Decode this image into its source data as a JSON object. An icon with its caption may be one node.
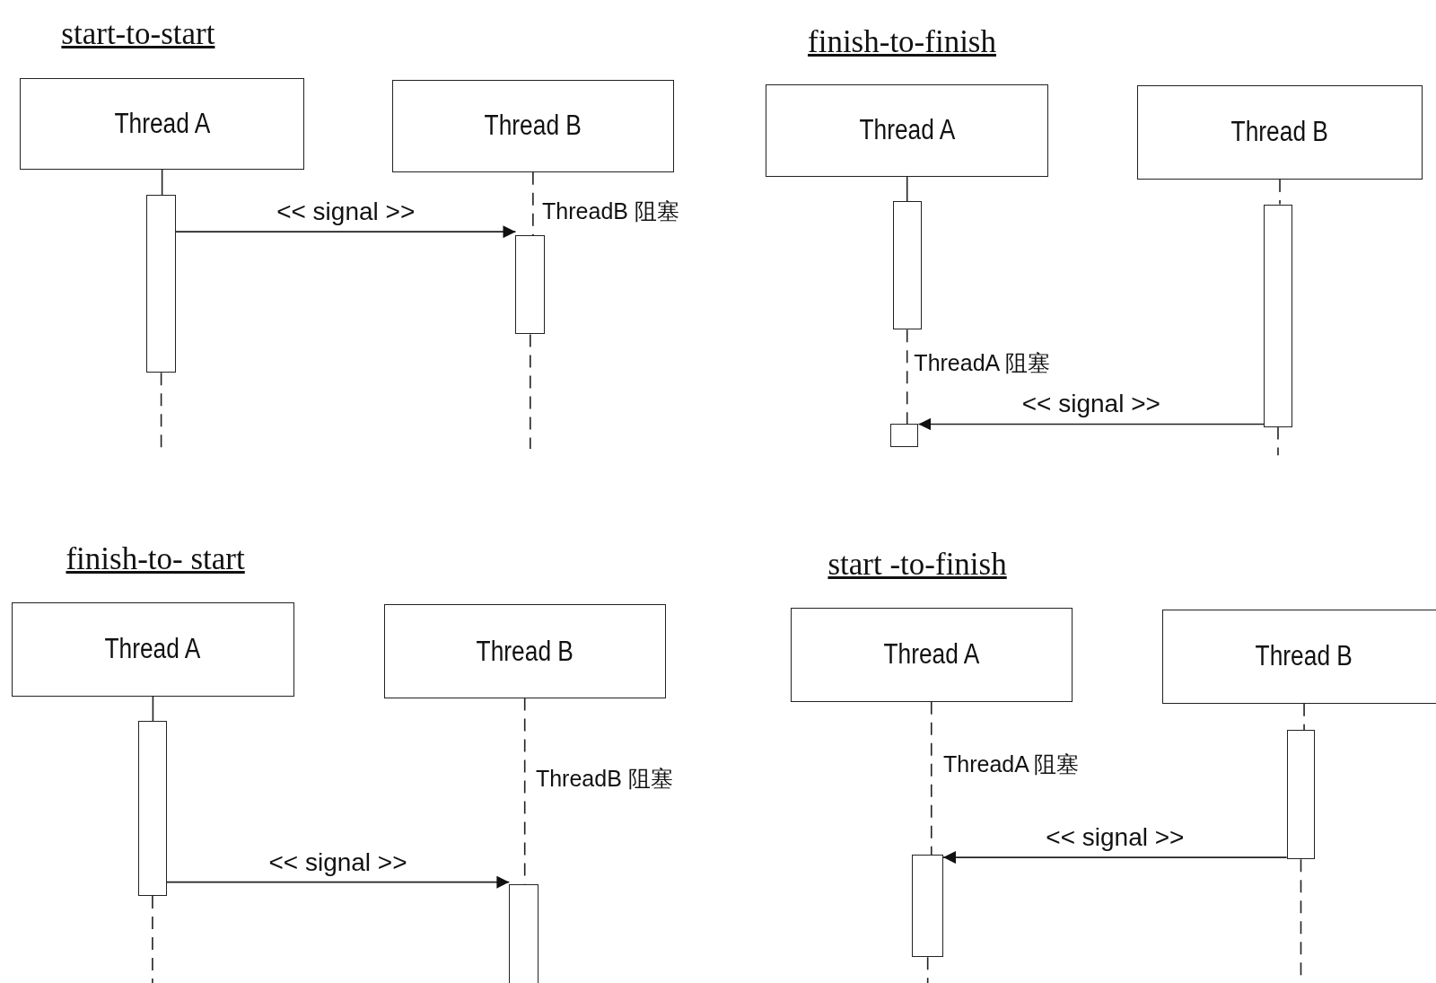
{
  "diagram": {
    "nodes": [
      {
        "text": [
          "Thread A"
        ]
      },
      {
        "text": [
          "Thread B"
        ]
      },
      {
        "text": [],
        "shape": "bar"
      },
      {
        "text": [],
        "shape": "bar"
      },
      {
        "text": [
          "Thread A"
        ]
      },
      {
        "text": [
          "Thread B"
        ]
      },
      {
        "text": [],
        "shape": "bar"
      },
      {
        "text": [],
        "shape": "bar"
      },
      {
        "text": [],
        "shape": "bar"
      },
      {
        "text": [
          "Thread A"
        ]
      },
      {
        "text": [
          "Thread B"
        ]
      },
      {
        "text": [],
        "shape": "bar"
      },
      {
        "text": [],
        "shape": "bar"
      },
      {
        "text": [
          "Thread A"
        ]
      },
      {
        "text": [
          "Thread B"
        ]
      },
      {
        "text": [],
        "shape": "bar"
      },
      {
        "text": [],
        "shape": "bar"
      }
    ],
    "edges": [
      {
        "from": 0,
        "to": 2,
        "arrow": "none"
      },
      {
        "from": 2,
        "to": null,
        "arrow": "none",
        "style": "dashed"
      },
      {
        "from": 1,
        "to": 3,
        "arrow": "none",
        "style": "dashed"
      },
      {
        "from": 3,
        "to": null,
        "arrow": "none",
        "style": "dashed"
      },
      {
        "from": 2,
        "to": 3,
        "arrow": "to",
        "label": "<< signal >>"
      },
      {
        "from": 4,
        "to": 6,
        "arrow": "none"
      },
      {
        "from": 6,
        "to": 7,
        "arrow": "none",
        "style": "dashed"
      },
      {
        "from": 5,
        "to": 8,
        "arrow": "none",
        "style": "dashed"
      },
      {
        "from": 8,
        "to": null,
        "arrow": "none",
        "style": "dashed"
      },
      {
        "from": 8,
        "to": 7,
        "arrow": "to",
        "label": "<< signal >>"
      },
      {
        "from": 9,
        "to": 11,
        "arrow": "none"
      },
      {
        "from": 11,
        "to": null,
        "arrow": "none",
        "style": "dashed"
      },
      {
        "from": 10,
        "to": 12,
        "arrow": "none",
        "style": "dashed"
      },
      {
        "from": 11,
        "to": 12,
        "arrow": "to",
        "label": "<< signal >>"
      },
      {
        "from": 13,
        "to": 15,
        "arrow": "none",
        "style": "dashed"
      },
      {
        "from": 15,
        "to": null,
        "arrow": "none",
        "style": "dashed"
      },
      {
        "from": 14,
        "to": 16,
        "arrow": "none",
        "style": "dashed"
      },
      {
        "from": 16,
        "to": null,
        "arrow": "none",
        "style": "dashed"
      },
      {
        "from": 16,
        "to": 15,
        "arrow": "to",
        "label": "<< signal >>"
      }
    ],
    "labels": [
      "start-to-start",
      "finish-to-finish",
      "ThreadB 阻塞",
      "ThreadA 阻塞",
      "finish-to- start",
      "start -to-finish",
      "ThreadB 阻塞",
      "ThreadA 阻塞"
    ]
  }
}
